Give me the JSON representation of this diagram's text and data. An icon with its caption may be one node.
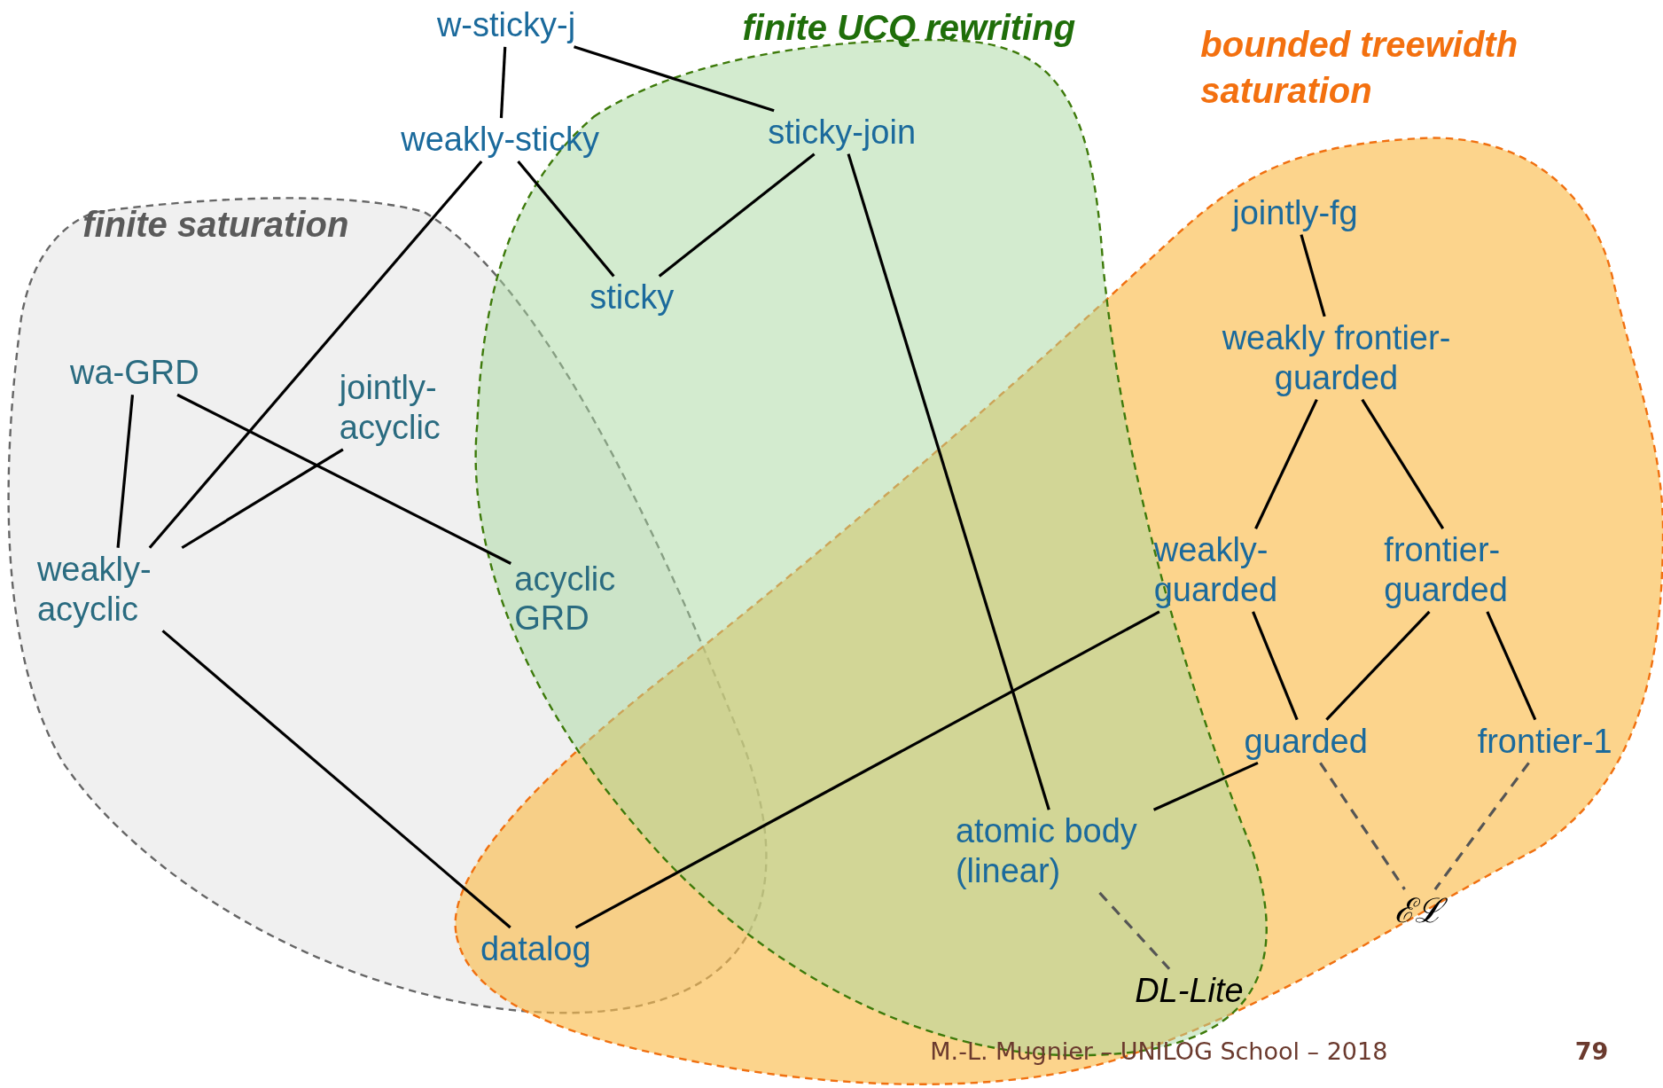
{
  "diagram": {
    "nodes": [
      {
        "text": [
          "w-sticky-j"
        ]
      },
      {
        "text": [
          "weakly-sticky"
        ]
      },
      {
        "text": [
          "sticky-join"
        ]
      },
      {
        "text": [
          "sticky"
        ]
      },
      {
        "text": [
          "jointly-fg"
        ]
      },
      {
        "text": [
          "weakly frontier-guarded"
        ]
      },
      {
        "text": [
          "wa-GRD"
        ]
      },
      {
        "text": [
          "jointly-acyclic"
        ]
      },
      {
        "text": [
          "weakly-acyclic"
        ]
      },
      {
        "text": [
          "acyclic GRD"
        ]
      },
      {
        "text": [
          "weakly-guarded"
        ]
      },
      {
        "text": [
          "frontier-guarded"
        ]
      },
      {
        "text": [
          "guarded"
        ]
      },
      {
        "text": [
          "frontier-1"
        ]
      },
      {
        "text": [
          "atomic body (linear)"
        ]
      },
      {
        "text": [
          "datalog"
        ]
      },
      {
        "text": [
          "DL-Lite"
        ]
      },
      {
        "text": [
          "ℰℒ"
        ]
      }
    ],
    "edges": [
      {
        "from": 0,
        "to": 1,
        "arrow": "none"
      },
      {
        "from": 0,
        "to": 2,
        "arrow": "none"
      },
      {
        "from": 1,
        "to": 3,
        "arrow": "none"
      },
      {
        "from": 1,
        "to": 8,
        "arrow": "none"
      },
      {
        "from": 2,
        "to": 3,
        "arrow": "none"
      },
      {
        "from": 2,
        "to": 14,
        "arrow": "none"
      },
      {
        "from": 6,
        "to": 8,
        "arrow": "none"
      },
      {
        "from": 6,
        "to": 9,
        "arrow": "none"
      },
      {
        "from": 7,
        "to": 8,
        "arrow": "none"
      },
      {
        "from": 8,
        "to": 15,
        "arrow": "none"
      },
      {
        "from": 15,
        "to": 10,
        "arrow": "none"
      },
      {
        "from": 4,
        "to": 5,
        "arrow": "none"
      },
      {
        "from": 5,
        "to": 10,
        "arrow": "none"
      },
      {
        "from": 5,
        "to": 11,
        "arrow": "none"
      },
      {
        "from": 10,
        "to": 12,
        "arrow": "none"
      },
      {
        "from": 11,
        "to": 12,
        "arrow": "none"
      },
      {
        "from": 11,
        "to": 13,
        "arrow": "none"
      },
      {
        "from": 12,
        "to": 14,
        "arrow": "none"
      },
      {
        "from": 14,
        "to": 16,
        "arrow": "none",
        "style": "dashed",
        "color": "#555555"
      },
      {
        "from": 12,
        "to": 17,
        "arrow": "none",
        "style": "dashed",
        "color": "#555555"
      },
      {
        "from": 13,
        "to": 17,
        "arrow": "none",
        "style": "dashed",
        "color": "#555555"
      }
    ],
    "labels": [
      "finite UCQ rewriting",
      "bounded treewidth saturation",
      "finite saturation",
      "M.-L. Mugnier – UNILOG School – 2018",
      "79"
    ]
  }
}
